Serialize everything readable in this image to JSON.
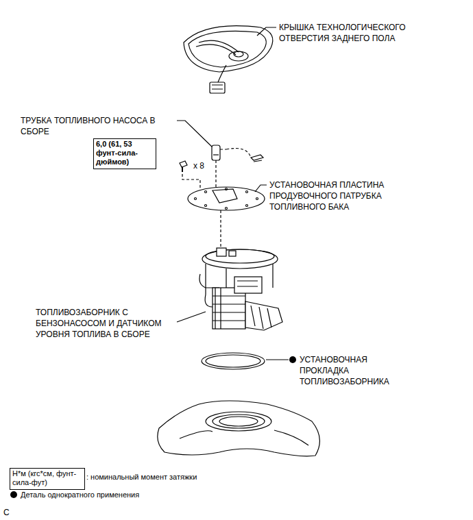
{
  "diagram": {
    "nodes": [
      {
        "text": [
          "6,0 (61, 53 фунт-сила-дюймов)"
        ]
      },
      {
        "text": [
          "Н*м (кгс*см, фунт-сила-фут)"
        ]
      }
    ],
    "labels": [
      "КРЫШКА ТЕХНОЛОГИЧЕСКОГО ОТВЕРСТИЯ ЗАДНЕГО ПОЛА",
      "ТРУБКА ТОПЛИВНОГО НАСОСА В СБОРЕ",
      "x 8",
      "УСТАНОВОЧНАЯ ПЛАСТИНА ПРОДУВОЧНОГО ПАТРУБКА ТОПЛИВНОГО БАКА",
      "ТОПЛИВОЗАБОРНИК С БЕНЗОНАСОСОМ И ДАТЧИКОМ УРОВНЯ ТОПЛИВА В СБОРЕ",
      "УСТАНОВОЧНАЯ ПРОКЛАДКА ТОПЛИВОЗАБОРНИКА",
      "C"
    ],
    "legend": [
      {
        "text": ": номинальный момент затяжки"
      },
      {
        "text": "Деталь однократного применения"
      }
    ]
  }
}
